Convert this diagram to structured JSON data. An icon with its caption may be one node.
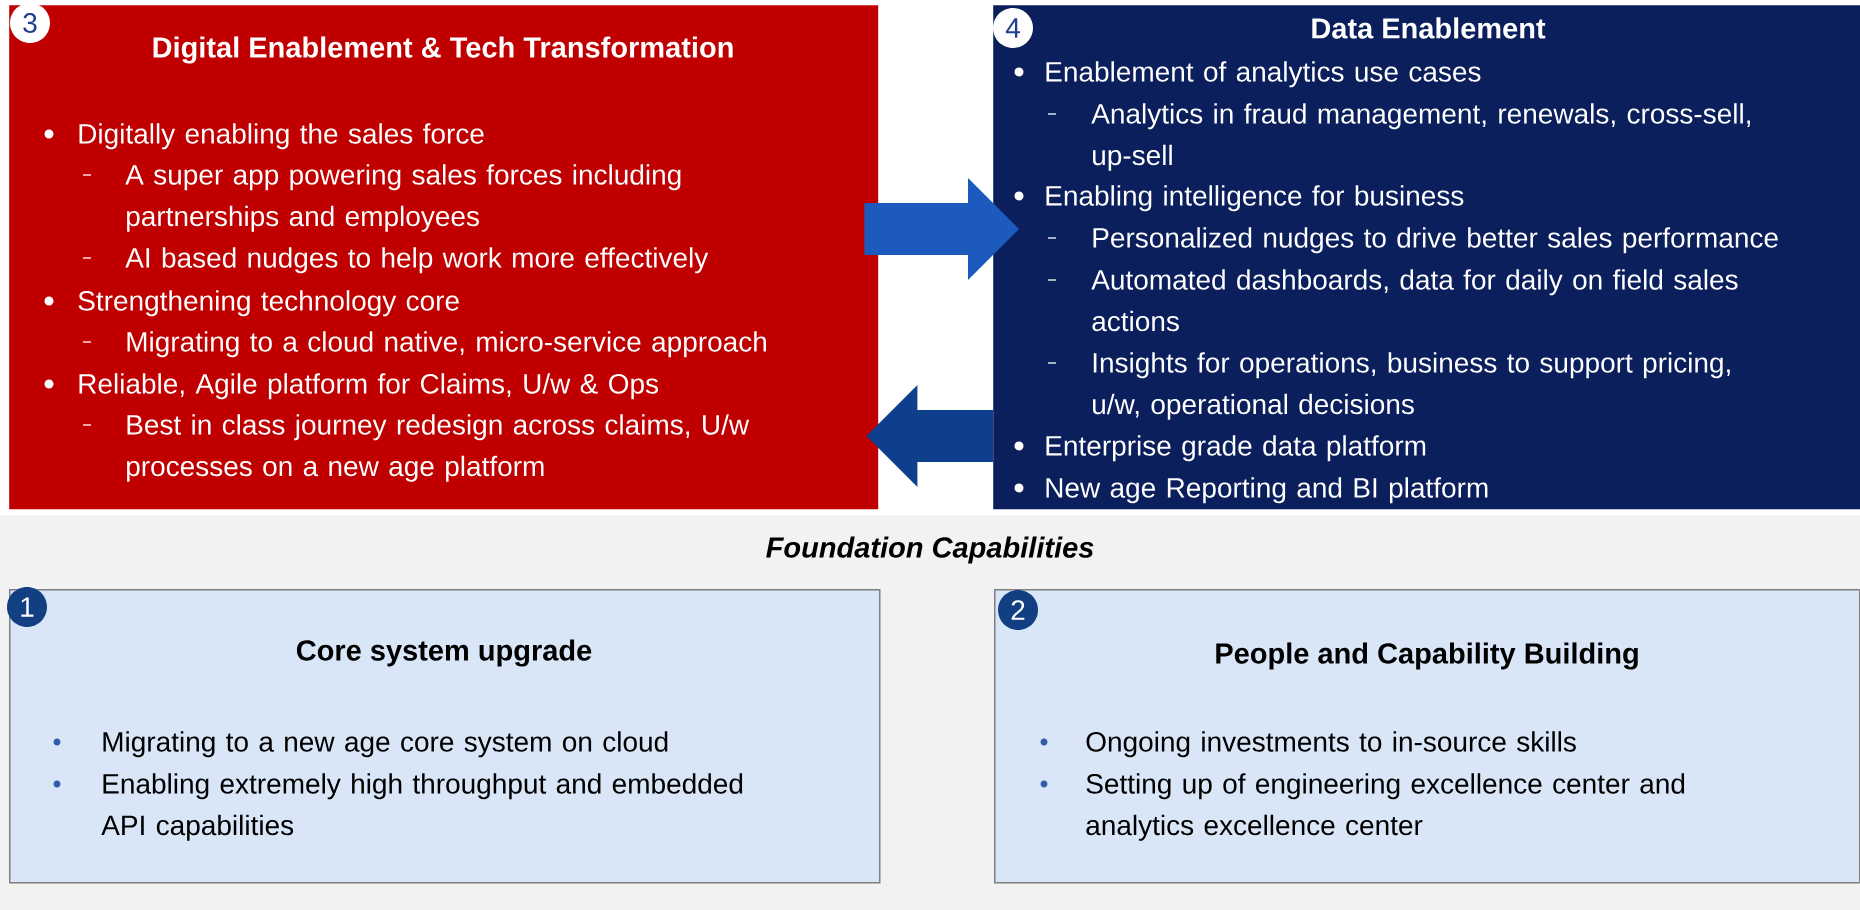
{
  "diagram": {
    "nodes": [
      {
        "text": [
          "Digital Enablement & Tech Transformation",
          "Digitally enabling the sales force",
          "A super app powering sales forces including partnerships and employees",
          "AI based nudges to help work more effectively",
          "Strengthening technology core",
          "Migrating to a cloud native, micro-service approach",
          "Reliable, Agile platform for Claims, U/w & Ops",
          "Best in class journey redesign across claims, U/w processes on a new age platform"
        ]
      },
      {
        "text": [
          "3"
        ],
        "in": 0
      },
      {
        "text": [
          "Data Enablement",
          "Enablement of analytics use cases",
          "Analytics in fraud management, renewals, cross-sell, up-sell",
          "Enabling intelligence for business",
          "Personalized nudges to drive better sales performance",
          "Automated dashboards, data for daily on field sales actions",
          "Insights for operations, business to support pricing, u/w, operational decisions",
          "Enterprise grade data platform",
          "New age Reporting and BI platform"
        ]
      },
      {
        "text": [
          "4"
        ],
        "in": 2
      },
      {
        "text": [
          "Foundation Capabilities"
        ]
      },
      {
        "text": [
          "Core system upgrade",
          "Migrating to a new age core system on cloud",
          "Enabling extremely high throughput and embedded API capabilities"
        ],
        "in": 4
      },
      {
        "text": [
          "1"
        ],
        "in": 5
      },
      {
        "text": [
          "People and Capability Building",
          "Ongoing investments to in-source skills",
          "Setting up of engineering excellence center and analytics excellence center"
        ],
        "in": 4
      },
      {
        "text": [
          "2"
        ],
        "in": 7
      }
    ],
    "edges": [
      {
        "from": 0,
        "to": 2,
        "arrow": "to",
        "color": "#1c5bbd"
      },
      {
        "from": 2,
        "to": 0,
        "arrow": "to",
        "color": "#0f3f8c"
      }
    ]
  }
}
